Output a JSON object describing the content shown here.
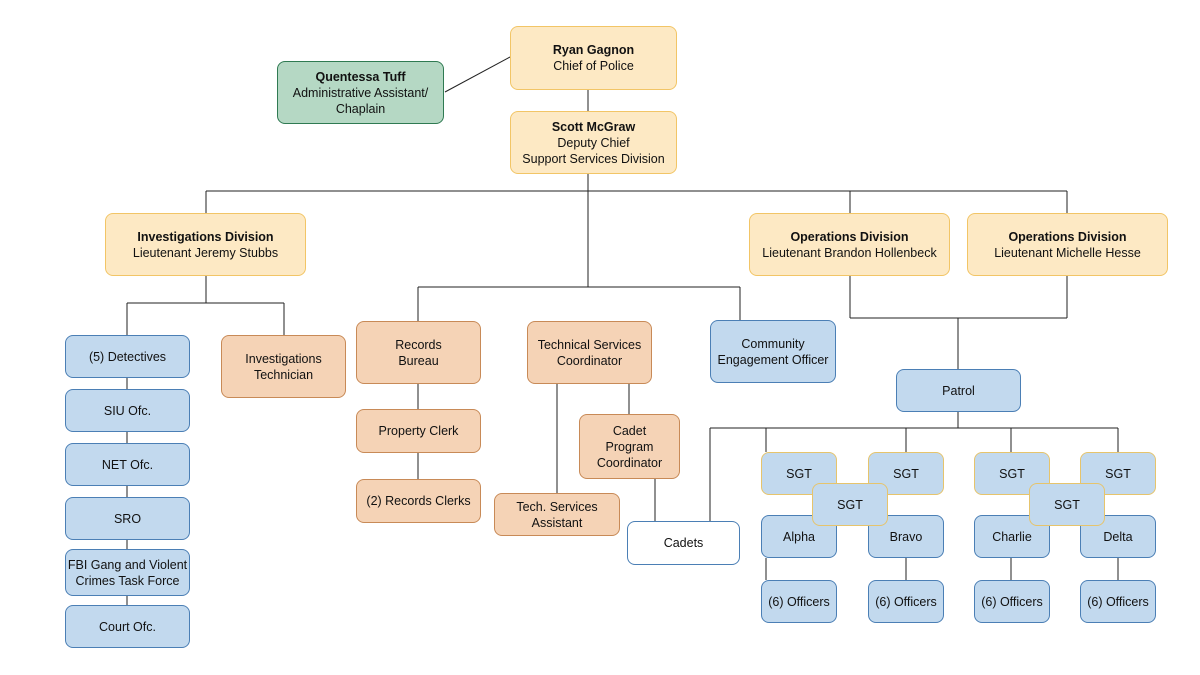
{
  "chief": {
    "name": "Ryan Gagnon",
    "title": "Chief of Police"
  },
  "admin_assistant": {
    "name": "Quentessa Tuff",
    "title_line1": "Administrative Assistant/",
    "title_line2": "Chaplain"
  },
  "deputy": {
    "name": "Scott McGraw",
    "title": "Deputy Chief",
    "division": "Support Services Division"
  },
  "investigations": {
    "division": "Investigations Division",
    "lead": "Lieutenant Jeremy Stubbs"
  },
  "operations_1": {
    "division": "Operations Division",
    "lead": "Lieutenant Brandon Hollenbeck"
  },
  "operations_2": {
    "division": "Operations Division",
    "lead": "Lieutenant Michelle Hesse"
  },
  "investigations_units": {
    "detectives": "(5) Detectives",
    "siu": "SIU Ofc.",
    "net": "NET Ofc.",
    "sro": "SRO",
    "fbi_line1": "FBI Gang and Violent",
    "fbi_line2": "Crimes Task Force",
    "court": "Court Ofc.",
    "technician_line1": "Investigations",
    "technician_line2": "Technician"
  },
  "records": {
    "bureau_line1": "Records",
    "bureau_line2": "Bureau",
    "property_clerk": "Property Clerk",
    "records_clerks": "(2) Records Clerks"
  },
  "technical": {
    "coordinator_line1": "Technical Services",
    "coordinator_line2": "Coordinator",
    "assistant_line1": "Tech. Services",
    "assistant_line2": "Assistant",
    "cadet_line1": "Cadet",
    "cadet_line2": "Program",
    "cadet_line3": "Coordinator",
    "cadets": "Cadets"
  },
  "community": {
    "line1": "Community",
    "line2": "Engagement Officer"
  },
  "patrol": {
    "label": "Patrol",
    "sgt_label": "SGT",
    "squads": [
      "Alpha",
      "Bravo",
      "Charlie",
      "Delta"
    ],
    "officers_label": "(6) Officers"
  },
  "colors": {
    "executive_fill": "#fde9c4",
    "executive_border": "#f2c566",
    "admin_fill": "#b5d8c4",
    "admin_border": "#2f7a52",
    "support_fill": "#f5d3b6",
    "support_border": "#c88a57",
    "unit_fill": "#c2d9ee",
    "unit_border": "#4b7fb5",
    "connector": "#222222"
  }
}
